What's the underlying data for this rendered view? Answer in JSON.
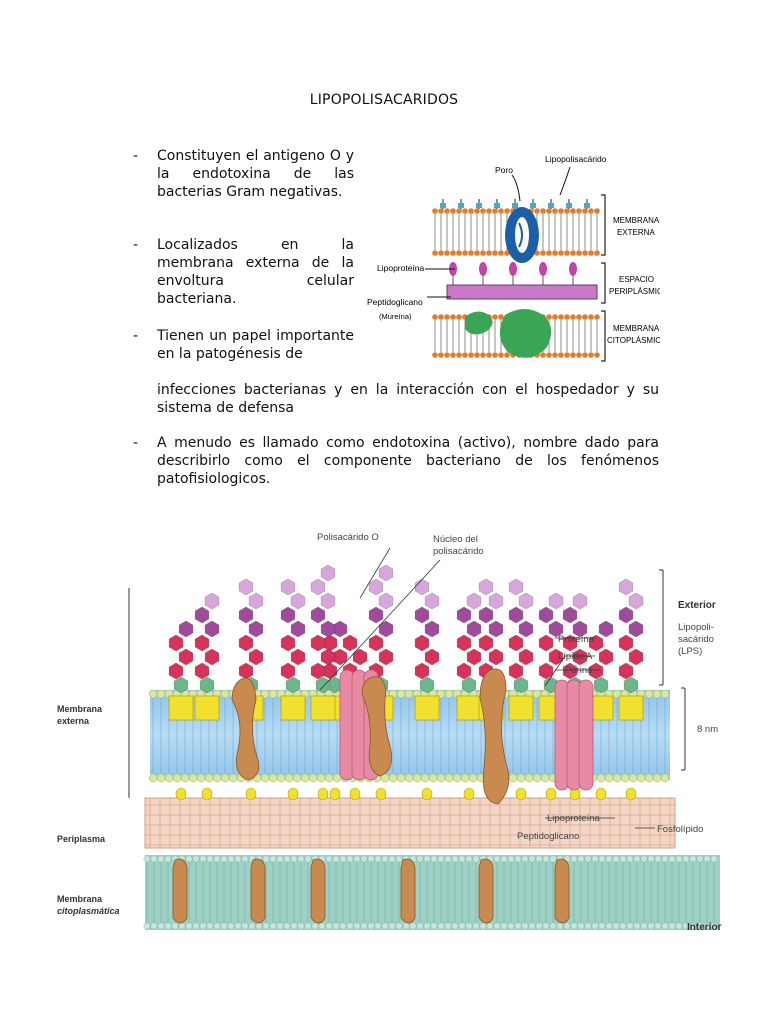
{
  "title": "LIPOPOLISACARIDOS",
  "bullets": [
    {
      "dash": "-",
      "text": "Constituyen el antigeno O y la endotoxina de las bacterias Gram negativas."
    },
    {
      "dash": "-",
      "text": "Localizados en la membrana externa de la envoltura celular bacteriana."
    },
    {
      "dash": "-",
      "text_part1": "Tienen un papel importante en la patogénesis de",
      "text_part2": "infecciones bacterianas y en la interacción con el hospedador y su sistema de defensa"
    },
    {
      "dash": "-",
      "text": "A menudo es llamado como endotoxina (activo), nombre dado para describirlo como el componente bacteriano de los fenómenos patofisiologicos."
    }
  ],
  "figure1": {
    "labels": {
      "lps": "Lipopolisacárido",
      "poro": "Poro",
      "lipoproteina": "Lipoproteína",
      "peptidoglicano": "Peptidoglicano",
      "mureina": "(Mureína)",
      "membrana_externa": [
        "MEMBRANA",
        "EXTERNA"
      ],
      "espacio": [
        "ESPACIO",
        "PERIPLÁSMICO"
      ],
      "membrana_cito": [
        "MEMBRANA",
        "CITOPLÁSMICA"
      ]
    }
  },
  "figure2": {
    "labels": {
      "polisacarido_o": "Polisacárido O",
      "nucleo": [
        "Núcleo del",
        "polisacárido"
      ],
      "exterior": "Exterior",
      "lps": [
        "Lipopoli-",
        "sacárido",
        "(LPS)"
      ],
      "proteina": "Proteína",
      "lipido_a": "Lípido A",
      "porina": "Porina",
      "membrana_externa": [
        "Membrana",
        "externa"
      ],
      "nm": "8 nm",
      "lipoproteina": "Lipoproteína",
      "peptidoglicano": "Peptidoglicano",
      "fosfolipido": "Fosfolípido",
      "periplasma": "Periplasma",
      "membrana_cito": [
        "Membrana",
        "citoplasmática"
      ],
      "interior": "Interior"
    }
  }
}
